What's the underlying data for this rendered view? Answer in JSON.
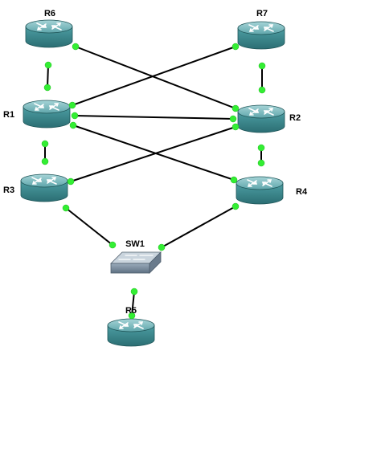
{
  "topology": {
    "nodes": [
      {
        "id": "R6",
        "label": "R6",
        "kind": "router"
      },
      {
        "id": "R7",
        "label": "R7",
        "kind": "router"
      },
      {
        "id": "R1",
        "label": "R1",
        "kind": "router"
      },
      {
        "id": "R2",
        "label": "R2",
        "kind": "router"
      },
      {
        "id": "R3",
        "label": "R3",
        "kind": "router"
      },
      {
        "id": "R4",
        "label": "R4",
        "kind": "router"
      },
      {
        "id": "SW1",
        "label": "SW1",
        "kind": "switch"
      },
      {
        "id": "R5",
        "label": "R5",
        "kind": "router"
      }
    ],
    "links": [
      {
        "from": "R6",
        "to": "R1"
      },
      {
        "from": "R6",
        "to": "R2"
      },
      {
        "from": "R7",
        "to": "R1"
      },
      {
        "from": "R7",
        "to": "R2"
      },
      {
        "from": "R1",
        "to": "R2"
      },
      {
        "from": "R1",
        "to": "R4"
      },
      {
        "from": "R1",
        "to": "R3"
      },
      {
        "from": "R3",
        "to": "R2"
      },
      {
        "from": "R2",
        "to": "R4"
      },
      {
        "from": "R3",
        "to": "SW1"
      },
      {
        "from": "R4",
        "to": "SW1"
      },
      {
        "from": "SW1",
        "to": "R5"
      }
    ]
  },
  "colors": {
    "link_line": "#000000",
    "port_dot": "#33ee33",
    "router_body": "#3f8f94",
    "router_top": "#8fc4c8",
    "switch_body": "#7c8ea0",
    "switch_top": "#c9d4dd",
    "label": "#000000"
  },
  "icons": {
    "router": "router-icon",
    "switch": "switch-icon"
  }
}
